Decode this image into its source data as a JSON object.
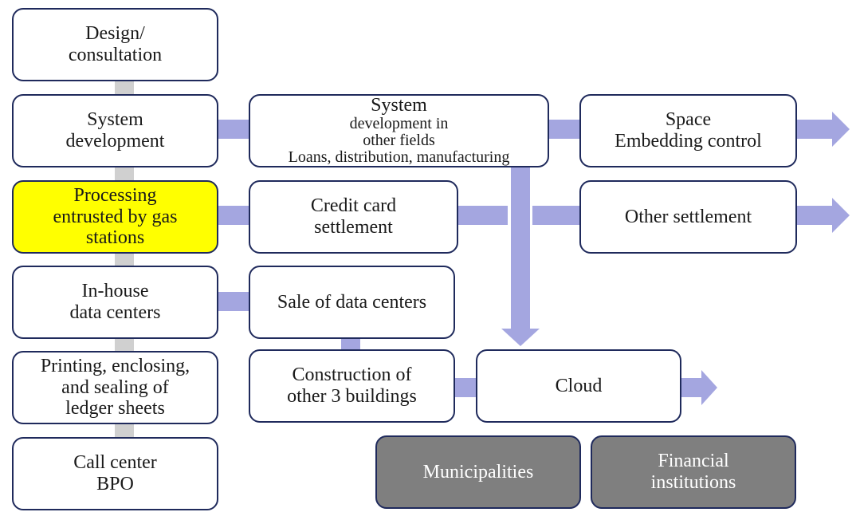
{
  "diagram": {
    "left_column": [
      {
        "id": "design",
        "lines": [
          "Design/",
          "consultation"
        ]
      },
      {
        "id": "system",
        "lines": [
          "System",
          "development"
        ]
      },
      {
        "id": "processing",
        "lines": [
          "Processing",
          "entrusted by gas",
          "stations"
        ]
      },
      {
        "id": "inhouse",
        "lines": [
          "In-house",
          "data centers"
        ]
      },
      {
        "id": "printing",
        "lines": [
          "Printing, enclosing,",
          "and sealing of",
          "ledger sheets"
        ]
      },
      {
        "id": "callcenter",
        "lines": [
          "Call center",
          "BPO"
        ]
      }
    ],
    "middle_column": {
      "system_other": {
        "line1_a": "System",
        "line1_b": " development in",
        "line2": "other fields",
        "line3": "Loans, distribution, manufacturing"
      },
      "credit": {
        "lines": [
          "Credit card",
          "settlement"
        ]
      },
      "sale": {
        "lines": [
          "Sale of data centers"
        ]
      },
      "construction": {
        "lines": [
          "Construction of",
          "other 3 buildings"
        ]
      }
    },
    "right_column": {
      "space": {
        "lines": [
          "Space",
          "Embedding control"
        ]
      },
      "other_settlement": {
        "lines": [
          "Other settlement"
        ]
      },
      "cloud": {
        "lines": [
          "Cloud"
        ]
      }
    },
    "bottom": {
      "municipalities": {
        "lines": [
          "Municipalities"
        ]
      },
      "financial": {
        "lines": [
          "Financial",
          "institutions"
        ]
      }
    },
    "colors": {
      "border": "#1f2a5c",
      "highlight": "#ffff00",
      "arrow": "#a4a6e0",
      "connector": "#d0d0d0",
      "dark_box": "#7f7f7f"
    }
  }
}
